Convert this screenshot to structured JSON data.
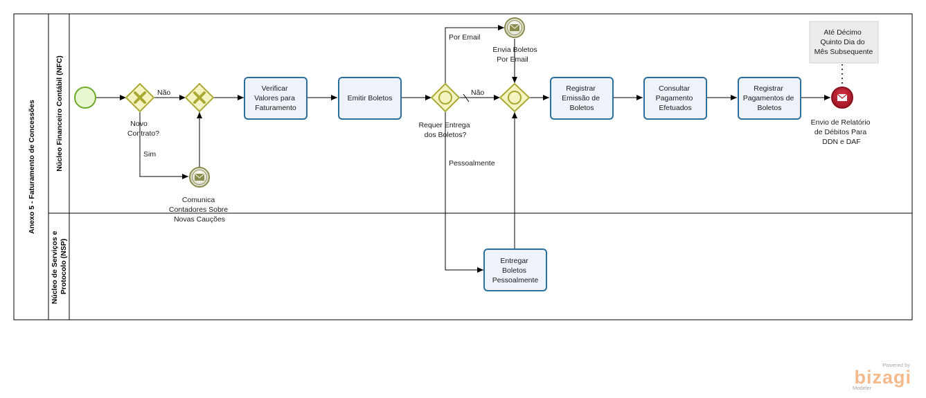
{
  "pool": {
    "title": "Anexo 5 - Faturamento de Concessões"
  },
  "lanes": [
    {
      "id": "nfc",
      "title": "Núcleo Financeiro Contábil (NFC)"
    },
    {
      "id": "nsp",
      "title_lines": [
        "Núcleo de Serviços e",
        "Protocolo (NSP)"
      ]
    }
  ],
  "tasks": {
    "verificar": [
      "Verificar",
      "Valores para",
      "Faturamento"
    ],
    "emitir": [
      "Emitir Boletos"
    ],
    "registrar_emissao": [
      "Registrar",
      "Emissão de",
      "Boletos"
    ],
    "consultar": [
      "Consultar",
      "Pagamento",
      "Efetuados"
    ],
    "registrar_pagamentos": [
      "Registrar",
      "Pagamentos de",
      "Boletos"
    ],
    "entregar": [
      "Entregar",
      "Boletos",
      "Pessoalmente"
    ]
  },
  "gateways": {
    "novo_contrato": [
      "Novo",
      "Contrato?"
    ],
    "requer_entrega": [
      "Requer Entrega",
      "dos Boletos?"
    ]
  },
  "events": {
    "comunica": [
      "Comunica",
      "Contadores Sobre",
      "Novas Cauções"
    ],
    "envia": [
      "Envia Boletos",
      "Por Email"
    ],
    "envio_relatorio": [
      "Envio de Relatório",
      "de Débitos Para",
      "DDN e DAF"
    ]
  },
  "annotation": [
    "Até Décimo",
    "Quinto Dia do",
    "Mês Subsequente"
  ],
  "flow_labels": {
    "nao_1": "Não",
    "sim": "Sim",
    "por_email": "Por Email",
    "nao_2": "Não",
    "pessoalmente": "Pessoalmente"
  },
  "branding": {
    "powered_by": "Powered by",
    "name": "bizagi",
    "product": "Modeler"
  },
  "colors": {
    "task_border": "#2a6f9b",
    "task_fill": "#eef2fa",
    "gateway_border": "#a8a832",
    "gateway_fill": "#f4f4c2",
    "start_border": "#6ea82a",
    "start_fill": "#e7f6cf",
    "message_event_border": "#8b8b4f",
    "end_event_fill": "#b81d2f",
    "brand": "#f5b98c"
  }
}
